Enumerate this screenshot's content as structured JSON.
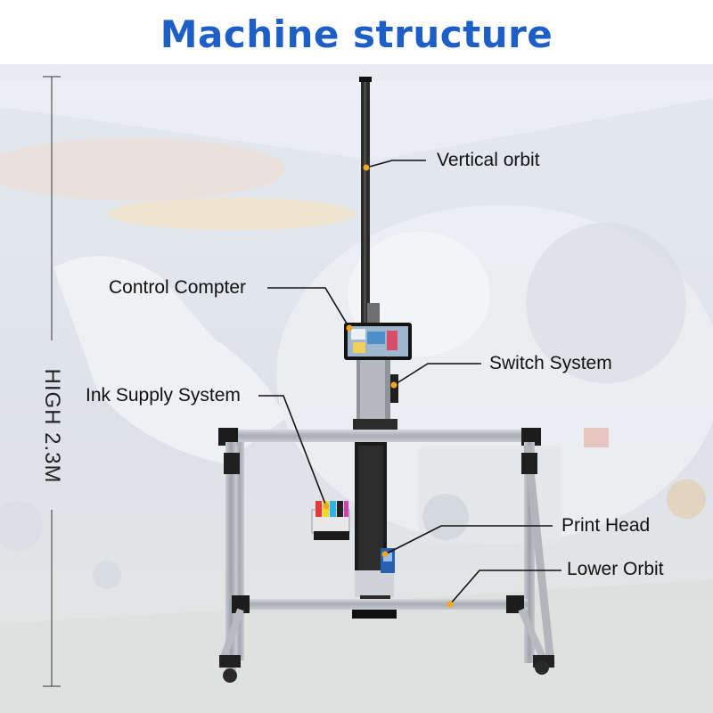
{
  "title": "Machine structure",
  "height_label": "HIGH 2.3M",
  "colors": {
    "title": "#1d5fc6",
    "callout_dot": "#f5a623",
    "frame": "#b8bcc2"
  },
  "labels": {
    "vertical_orbit": "Vertical orbit",
    "control_computer": "Control Compter",
    "switch_system": "Switch System",
    "ink_supply": "Ink Supply System",
    "print_head": "Print Head",
    "lower_orbit": "Lower Orbit"
  }
}
